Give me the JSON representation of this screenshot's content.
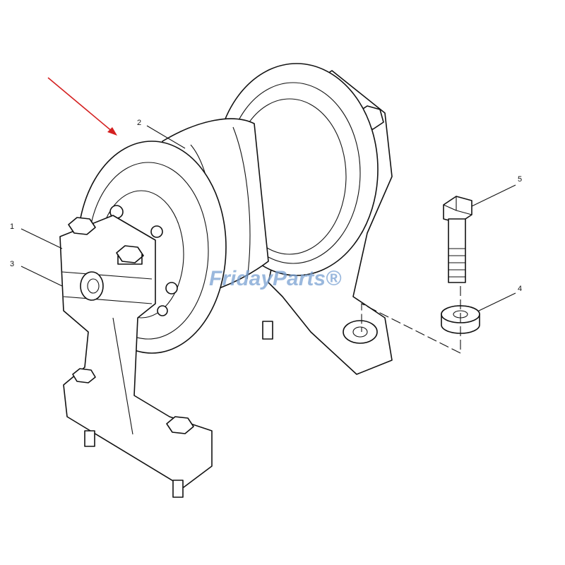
{
  "diagram": {
    "callouts": [
      {
        "id": "1",
        "label": "1"
      },
      {
        "id": "2",
        "label": "2"
      },
      {
        "id": "3",
        "label": "3"
      },
      {
        "id": "4",
        "label": "4"
      },
      {
        "id": "5",
        "label": "5"
      }
    ],
    "indicator_arrow_color": "#d42020",
    "watermark": "FridayParts®"
  }
}
